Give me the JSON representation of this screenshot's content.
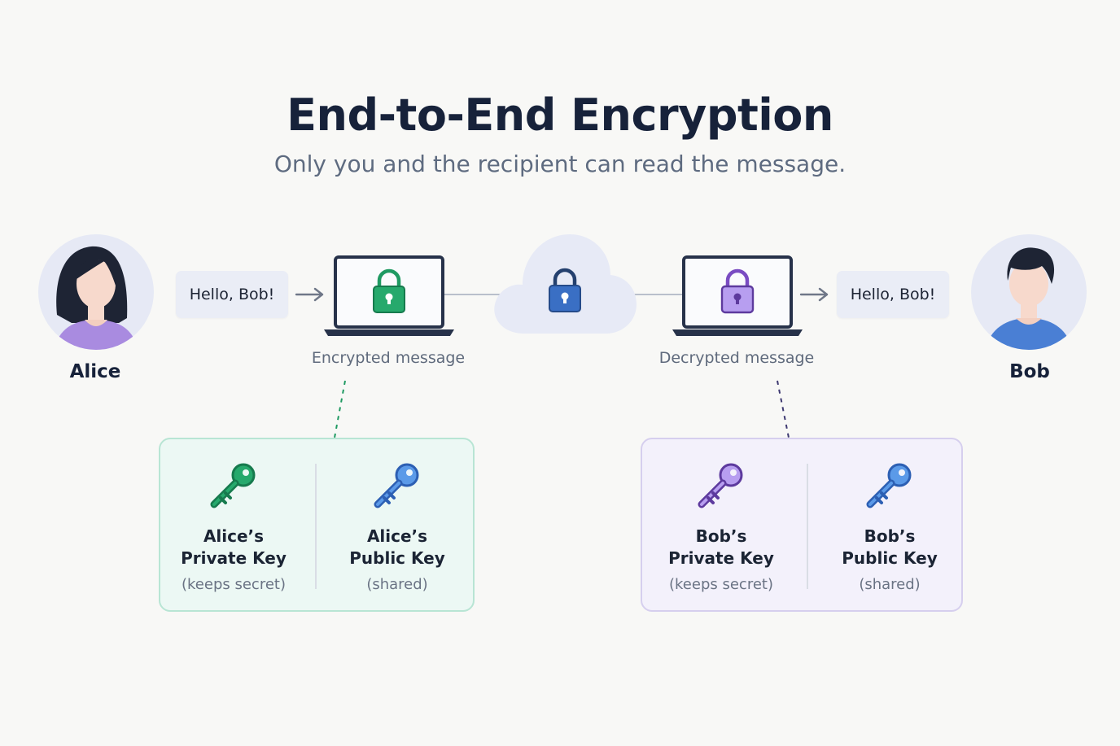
{
  "title": "End-to-End Encryption",
  "subtitle": "Only you and the recipient can read the message.",
  "sender": {
    "name": "Alice",
    "message": "Hello, Bob!"
  },
  "receiver": {
    "name": "Bob",
    "message": "Hello, Bob!"
  },
  "captions": {
    "encrypted": "Encrypted message",
    "decrypted": "Decrypted message"
  },
  "alice_keys": {
    "private": {
      "owner": "Alice’s",
      "kind": "Private Key",
      "note": "(keeps secret)"
    },
    "public": {
      "owner": "Alice’s",
      "kind": "Public Key",
      "note": "(shared)"
    }
  },
  "bob_keys": {
    "private": {
      "owner": "Bob’s",
      "kind": "Private Key",
      "note": "(keeps secret)"
    },
    "public": {
      "owner": "Bob’s",
      "kind": "Public Key",
      "note": "(shared)"
    }
  },
  "icons": {
    "alice_avatar": "woman-avatar-icon",
    "bob_avatar": "man-avatar-icon",
    "laptop": "laptop-icon",
    "cloud": "cloud-icon",
    "lock": "padlock-icon",
    "key": "key-icon",
    "arrow": "arrow-right-icon"
  },
  "colors": {
    "green": "#1f9a62",
    "blue": "#3a6fc4",
    "purple": "#7a4cc2",
    "dark_navy": "#27324a"
  }
}
